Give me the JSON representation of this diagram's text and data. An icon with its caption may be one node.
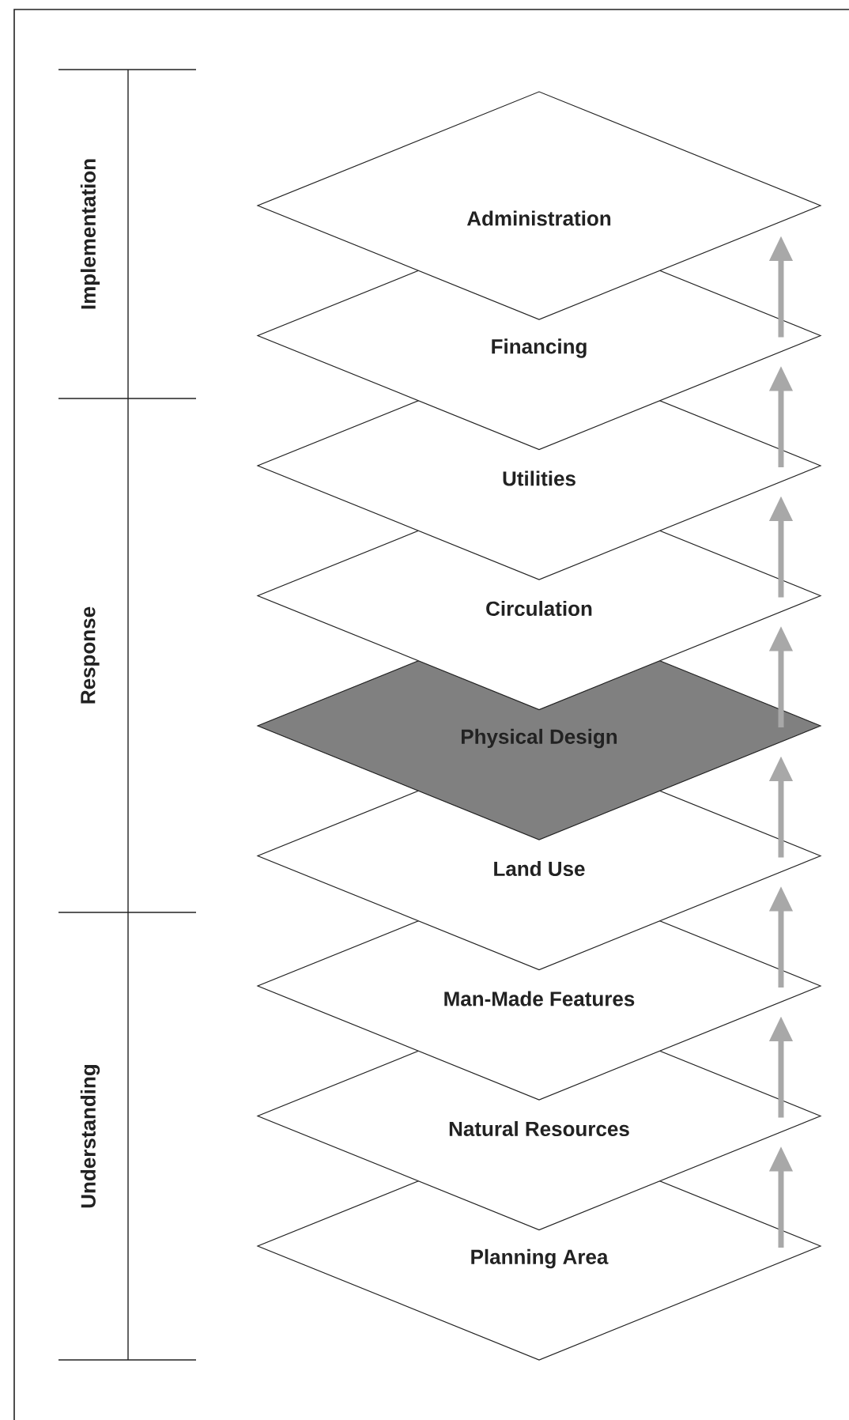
{
  "diagram": {
    "nodes": [
      {
        "text": [
          "Administration"
        ]
      },
      {
        "text": [
          "Financing"
        ]
      },
      {
        "text": [
          "Utilities"
        ]
      },
      {
        "text": [
          "Circulation"
        ]
      },
      {
        "text": [
          "Physical Design"
        ]
      },
      {
        "text": [
          "Land Use"
        ]
      },
      {
        "text": [
          "Man-Made Features"
        ]
      },
      {
        "text": [
          "Natural Resources"
        ]
      },
      {
        "text": [
          "Planning Area"
        ]
      }
    ],
    "edges": [
      {
        "from": 8,
        "to": 7,
        "arrow": "to"
      },
      {
        "from": 7,
        "to": 6,
        "arrow": "to"
      },
      {
        "from": 6,
        "to": 5,
        "arrow": "to"
      },
      {
        "from": 5,
        "to": 4,
        "arrow": "to"
      },
      {
        "from": 4,
        "to": 3,
        "arrow": "to"
      },
      {
        "from": 3,
        "to": 2,
        "arrow": "to"
      },
      {
        "from": 2,
        "to": 1,
        "arrow": "to"
      },
      {
        "from": 1,
        "to": 0,
        "arrow": "to"
      }
    ],
    "labels": [
      "Implementation",
      "Response",
      "Understanding"
    ]
  }
}
